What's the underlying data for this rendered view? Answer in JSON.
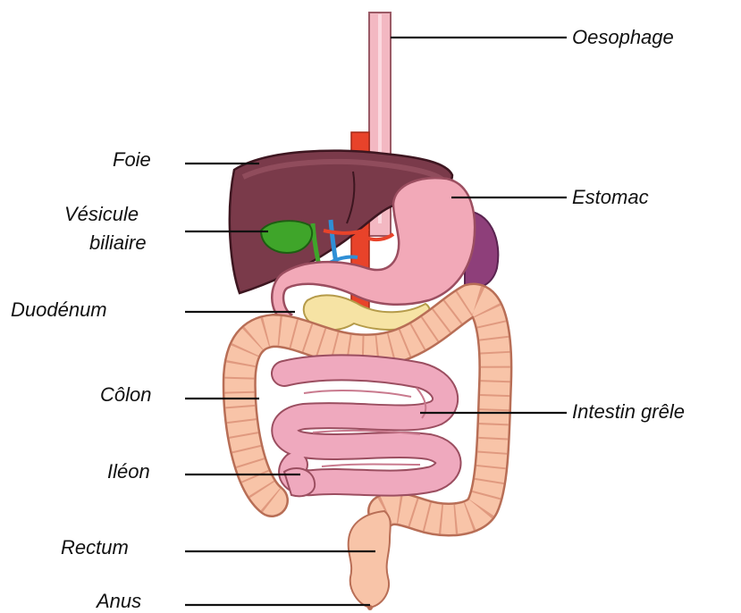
{
  "labels": {
    "oesophage": "Oesophage",
    "foie": "Foie",
    "vesicule_line1": "Vésicule",
    "vesicule_line2": "biliaire",
    "duodenum": "Duodénum",
    "colon": "Côlon",
    "ileon": "Iléon",
    "rectum": "Rectum",
    "anus": "Anus",
    "estomac": "Estomac",
    "intestin_grele": "Intestin grêle"
  },
  "colors": {
    "liver": "#7a3a4a",
    "liver_light": "#9a5464",
    "gallbladder": "#3fa52a",
    "stomach": "#f2a9b8",
    "esophagus": "#f3b8c2",
    "artery": "#e8432a",
    "vein": "#2f8fd6",
    "pancreas": "#f6e3a4",
    "colon": "#f8c4a8",
    "small_intestine": "#efa9be",
    "spleen": "#8e3f7a",
    "leader_line": "#111111"
  }
}
